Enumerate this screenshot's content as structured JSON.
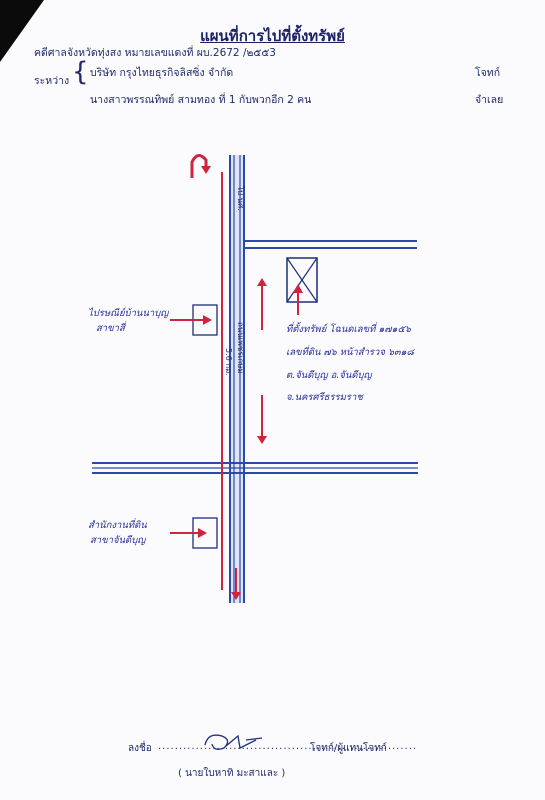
{
  "document": {
    "title": "แผนที่การไปที่ตั้งทรัพย์",
    "case_line": "คดีศาลจังหวัดทุ่งสง   หมายเลขแดงที่   ผบ.2672 /๒๕๕3",
    "between_label": "ระหว่าง",
    "plaintiff_name": "บริษัท  กรุงไทยธุรกิจลิสซิ่ง  จำกัด",
    "plaintiff_role": "โจทก์",
    "defendant_name": "นางสาวพรรณทิพย์  สามทอง  ที่  1  กับพวกอีก 2 คน",
    "defendant_role": "จำเลย"
  },
  "map": {
    "road_top_label": "ไป นศ.",
    "distance_label": "5.6 กม.",
    "main_road_label": "ถนนเพชรเกษม",
    "landmark_upper": [
      "ไปรษณีย์บ้านนาบุญ",
      "สาขาสี่"
    ],
    "landmark_lower": [
      "สำนักงานที่ดิน",
      "สาขาจันดีบุญ"
    ],
    "property_heading": "ที่ตั้งทรัพย์",
    "property_lines": [
      "ที่ตั้งทรัพย์  โฉนดเลขที่  ๑๗๑๕๖",
      "เลขที่ดิน  ๗๖  หน้าสำรวจ  ๖๓๑๘",
      "ต.จันดีบุญ  อ.จันดีบุญ",
      "จ.นครศรีธรรมราช"
    ],
    "colors": {
      "road": "#2b4aa8",
      "road_dark": "#1d2f7a",
      "arrow": "#d1233d"
    }
  },
  "footer": {
    "sign_prefix": "ลงชื่อ",
    "sign_suffix": "โจทก์/ผู้แทนโจทก์",
    "signer": "( นายใบหาทิ  มะสาและ )"
  }
}
